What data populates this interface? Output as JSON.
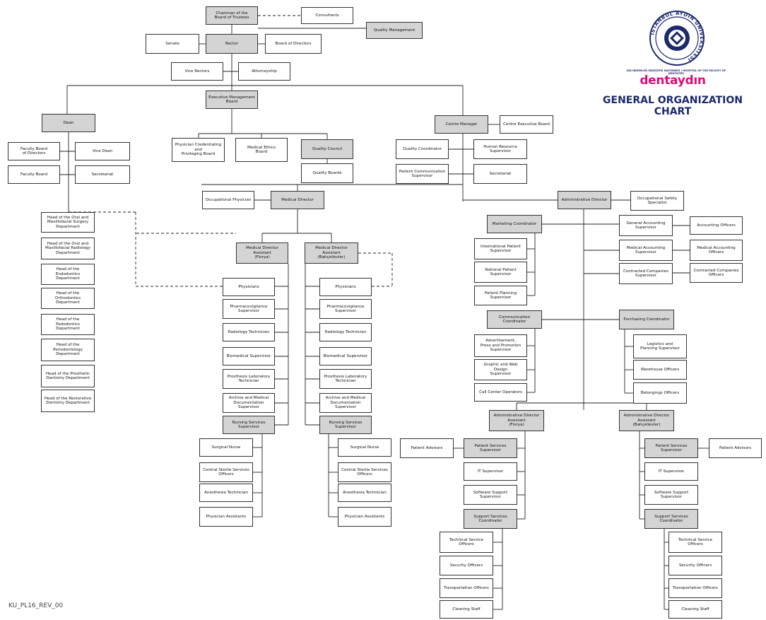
{
  "header": {
    "seal_text": "ISTANBUL AYDIN ÜNİVERSİTESİ",
    "seal_caption": "DİŞ HEKİMLİĞİ FAKÜLTESİ HASTANESİ | HOSPITAL OF THE FACULTY OF DENTISTRY",
    "logo_prefix": "dent",
    "logo_suffix": "aydın",
    "title": "GENERAL ORGANIZATION CHART",
    "seal_color": "#1b2a6b",
    "logo_color": "#d6117a"
  },
  "doc_code": "KU_PL16_REV_00",
  "units": {
    "chairman": "Chairman of the\nBoard of Trustees",
    "consultants": "Consultants",
    "quality_management": "Quality Management",
    "senate": "Senate",
    "rector": "Rector",
    "board_of_directors": "Board of Directors",
    "vice_rectors": "Vice Rectors",
    "attorneyship": "Attorneyship",
    "exec_mgmt_board": "Executive Management\nBoard",
    "dean": "Dean",
    "faculty_board_of_directors": "Faculty Board\nof Directors",
    "vice_dean": "Vice Dean",
    "faculty_board": "Faculty Board",
    "secretariat_dean": "Secretariat",
    "physician_credentialing": "Physician Credentialing\nand\nPrivileging Board",
    "medical_ethics_board": "Medical Ethics\nBoard",
    "quality_council": "Quality Council",
    "quality_boards": "Quality Boards",
    "centre_manager": "Centre Manager",
    "centre_executive_board": "Centre Executive Board",
    "quality_coordinator": "Quality Coordinator",
    "hr_supervisor": "Human Resource\nSupervisor",
    "patient_comm_supervisor": "Patient Communication\nSupervisor",
    "secretariat_centre": "Secretariat",
    "occupational_physician": "Occupational Physician",
    "medical_director": "Medical Director",
    "administrative_director": "Administrative Director",
    "occupational_safety": "Occupational Safety\nSpecialist",
    "head_oral_surgery": "Head of the Oral and\nMaxillofacial Surgery\nDepartment",
    "head_oral_radiology": "Head of the Oral and\nMaxillofacial Radiology\nDepartment",
    "head_endodontics": "Head of the\nEndodontics\nDepartment",
    "head_orthodontics": "Head of the\nOrthodontics\nDepartment",
    "head_pedodontics": "Head of the\nPedodontics\nDepartment",
    "head_periodontology": "Head of the\nPeriodontology\nDepartment",
    "head_prosthetic": "Head of the Prosthetic\nDentistry Department",
    "head_restorative": "Head of the Restorative\nDentistry Department",
    "mda_florya": "Medical Director\nAssistant\n(Florya)",
    "mda_bahcelievler": "Medical Director\nAssistant\n(Bahçelievler)",
    "physicians": "Physicians",
    "pharmacovigilance": "Pharmacovigilance\nSupervisor",
    "radiology_technician": "Radiology Technician",
    "biomedical_supervisor": "Biomedical Supervisor",
    "prosthesis_lab": "Prosthesis Laboratory\nTechnician",
    "archive_supervisor": "Archive and Medical\nDocumentation\nSupervisor",
    "nursing_services": "Nursing Services\nSupervisor",
    "surgical_nurse": "Surgical Nurse",
    "central_sterile": "Central Sterile Services\nOfficers",
    "anesthesia_technician": "Anesthesia Technician",
    "physician_assistants": "Physician Assistants",
    "marketing_coordinator": "Marketing Coordinator",
    "intl_patient": "International Patient\nSupervisor",
    "national_patient": "National Patient\nSupervisor",
    "patient_planning": "Patient Planning\nSupervisor",
    "communication_coordinator": "Communication Coordinator",
    "advertisement": "Advertisement,\nPress and Promotion\nSupervisor",
    "graphic_web": "Graphic and Web Design\nSupervisor",
    "call_center": "Call Center Operators",
    "general_accounting": "General Accounting\nSupervisor",
    "accounting_officers": "Accounting Officers",
    "medical_accounting": "Medical Accounting\nSupervisor",
    "medical_accounting_officers": "Medical Accounting\nOfficers",
    "contracted_supervisor": "Contracted Companies\nSupervisor",
    "contracted_officers": "Contracted Companies\nOfficers",
    "purchasing_coordinator": "Purchasing Coordinator",
    "logistics": "Logistics and\nPlanning Supervisor",
    "warehouse": "Warehouse Officers",
    "belongings": "Belongings Officers",
    "ada_florya": "Administrative Director\nAssistant\n(Florya)",
    "ada_bahcelievler": "Administrative Director\nAssistant\n(Bahçelievler)",
    "patient_advisors": "Patient Advisors",
    "patient_services": "Patient Services\nSupervisor",
    "it_supervisor": "IT Supervisor",
    "software_support": "Software Support\nSupervisor",
    "support_services": "Support Services\nCoordinator",
    "technical_service": "Technical Service\nOfficers",
    "security_officers": "Security Officers",
    "transportation_officers": "Transportation Officers",
    "cleaning_staff": "Cleaning Staff"
  }
}
